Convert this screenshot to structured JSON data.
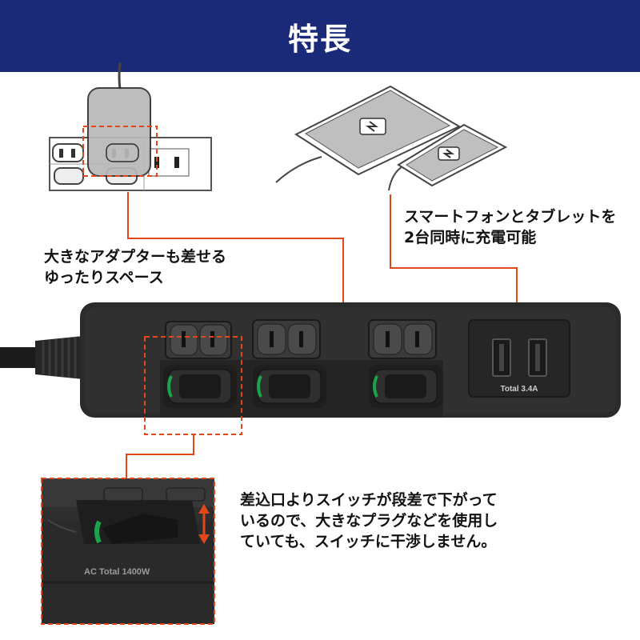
{
  "header": {
    "title": "特長"
  },
  "captions": {
    "adapter": "大きなアダプターも差せる\nゆったりスペース",
    "usb": "スマートフォンとタブレットを\n2台同時に充電可能",
    "switch": "差込口よりスイッチが段差で下がって\nいるので、大きなプラグなどを使用し\nていても、スイッチに干渉しません。"
  },
  "labels": {
    "usb_total": "Total 3.4A",
    "ac_total": "AC Total 1400W"
  },
  "colors": {
    "header_bg": "#1b2a78",
    "callout": "#e0481c",
    "strip": "#2d2d2d",
    "switch_led": "#1aa34a"
  }
}
